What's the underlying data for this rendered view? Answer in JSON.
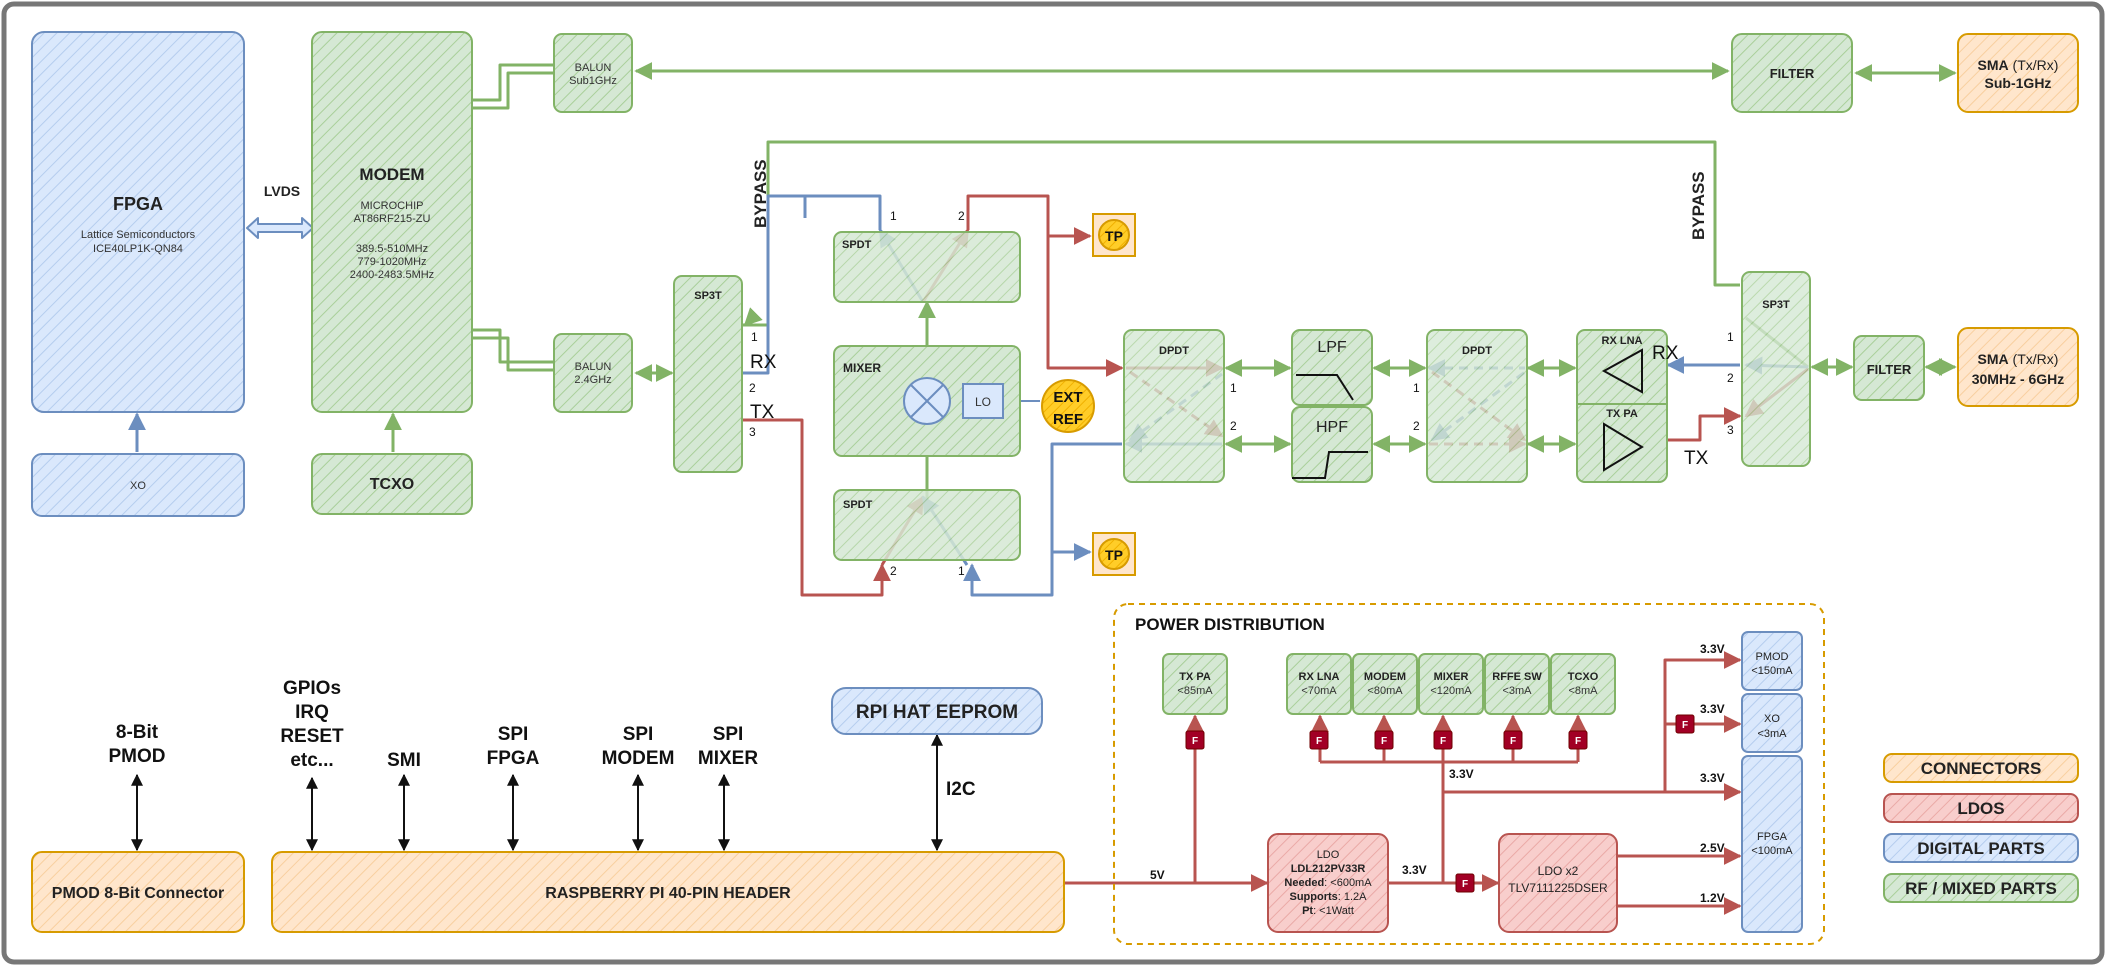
{
  "colors": {
    "digital_fill": "#dae8fc",
    "digital_stroke": "#6c8ebf",
    "rf_fill": "#d5e8d4",
    "rf_stroke": "#82b366",
    "ldo_fill": "#f8cecc",
    "ldo_stroke": "#b85450",
    "conn_fill": "#ffe6cc",
    "conn_stroke": "#d79b00",
    "tp_fill": "#ffcd28",
    "red": "#b85450",
    "blue": "#6c8ebf",
    "green": "#82b366"
  },
  "blocks": {
    "fpga_title": "FPGA",
    "fpga_vendor": "Lattice Semiconductors",
    "fpga_part": "ICE40LP1K-QN84",
    "xo": "XO",
    "lvds": "LVDS",
    "modem_title": "MODEM",
    "modem_vendor": "MICROCHIP",
    "modem_part": "AT86RF215-ZU",
    "modem_band1": "389.5-510MHz",
    "modem_band2": "779-1020MHz",
    "modem_band3": "2400-2483.5MHz",
    "tcxo": "TCXO",
    "balun_sub1_l1": "BALUN",
    "balun_sub1_l2": "Sub1GHz",
    "balun_24_l1": "BALUN",
    "balun_24_l2": "2.4GHz",
    "filter_top": "FILTER",
    "sma_top_bold": "SMA",
    "sma_top_light": " (Tx/Rx)",
    "sma_top_l2": "Sub-1GHz",
    "bypass_left": "BYPASS",
    "bypass_right": "BYPASS",
    "sp3t_left": "SP3T",
    "sp3t_right": "SP3T",
    "rx_left": "RX",
    "tx_left": "TX",
    "rx_right": "RX",
    "tx_right": "TX",
    "port1": "1",
    "port2": "2",
    "port3": "3",
    "spdt_top": "SPDT",
    "spdt_bottom": "SPDT",
    "mixer": "MIXER",
    "lo": "LO",
    "ext_ref_l1": "EXT",
    "ext_ref_l2": "REF",
    "tp": "TP",
    "dpdt_left": "DPDT",
    "dpdt_right": "DPDT",
    "lpf": "LPF",
    "hpf": "HPF",
    "rx_lna": "RX LNA",
    "tx_pa": "TX PA",
    "filter_right": "FILTER",
    "sma_right_bold": "SMA",
    "sma_right_light": " (Tx/Rx)",
    "sma_right_l2": "30MHz - 6GHz"
  },
  "bottom": {
    "pmod_label_l1": "8-Bit",
    "pmod_label_l2": "PMOD",
    "gpio_l1": "GPIOs",
    "gpio_l2": "IRQ",
    "gpio_l3": "RESET",
    "gpio_l4": "etc...",
    "smi": "SMI",
    "spi_fpga_l1": "SPI",
    "spi_fpga_l2": "FPGA",
    "spi_modem_l1": "SPI",
    "spi_modem_l2": "MODEM",
    "spi_mixer_l1": "SPI",
    "spi_mixer_l2": "MIXER",
    "eeprom": "RPI HAT EEPROM",
    "i2c": "I2C",
    "pmod_connector": "PMOD 8-Bit Connector",
    "rpi_header": "RASPBERRY PI 40-PIN HEADER"
  },
  "power": {
    "title": "POWER DISTRIBUTION",
    "v5": "5V",
    "v33": "3.3V",
    "v25": "2.5V",
    "v12": "1.2V",
    "fuse": "F",
    "ldo1_l1": "LDO",
    "ldo1_l2": "LDL212PV33R",
    "ldo1_l3_b": "Needed",
    "ldo1_l3": ": <600mA",
    "ldo1_l4_b": "Supports",
    "ldo1_l4": ": 1.2A",
    "ldo1_l5_b": "Pt",
    "ldo1_l5": ": <1Watt",
    "ldo2_l1": "LDO x2",
    "ldo2_l2": "TLV7111225DSER",
    "loads": [
      {
        "name": "TX PA",
        "current": "<85mA"
      },
      {
        "name": "RX LNA",
        "current": "<70mA"
      },
      {
        "name": "MODEM",
        "current": "<80mA"
      },
      {
        "name": "MIXER",
        "current": "<120mA"
      },
      {
        "name": "RFFE SW",
        "current": "<3mA"
      },
      {
        "name": "TCXO",
        "current": "<8mA"
      }
    ],
    "pmod_l1": "PMOD",
    "pmod_l2": "<150mA",
    "xo_l1": "XO",
    "xo_l2": "<3mA",
    "fpga_l1": "FPGA",
    "fpga_l2": "<100mA"
  },
  "legend": {
    "connectors": "CONNECTORS",
    "ldos": "LDOS",
    "digital": "DIGITAL PARTS",
    "rf": "RF / MIXED PARTS"
  }
}
